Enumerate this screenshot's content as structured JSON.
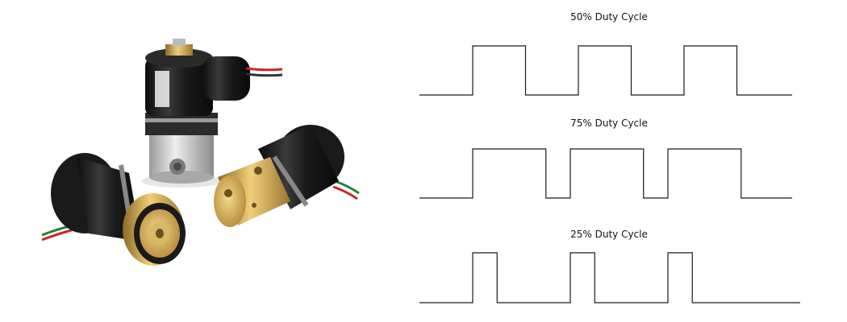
{
  "photo": {
    "subject": "solenoid-valves-photo"
  },
  "waveforms": [
    {
      "title": "50% Duty Cycle",
      "duty": 0.5,
      "periods": 3
    },
    {
      "title": "75% Duty Cycle",
      "duty": 0.75,
      "periods": 3
    },
    {
      "title": "25% Duty Cycle",
      "duty": 0.25,
      "periods": 3
    }
  ],
  "colors": {
    "line": "#1a1a1a",
    "body_black": "#1b1b1b",
    "brass": "#c9a24a",
    "steel": "#c9c9c9"
  }
}
